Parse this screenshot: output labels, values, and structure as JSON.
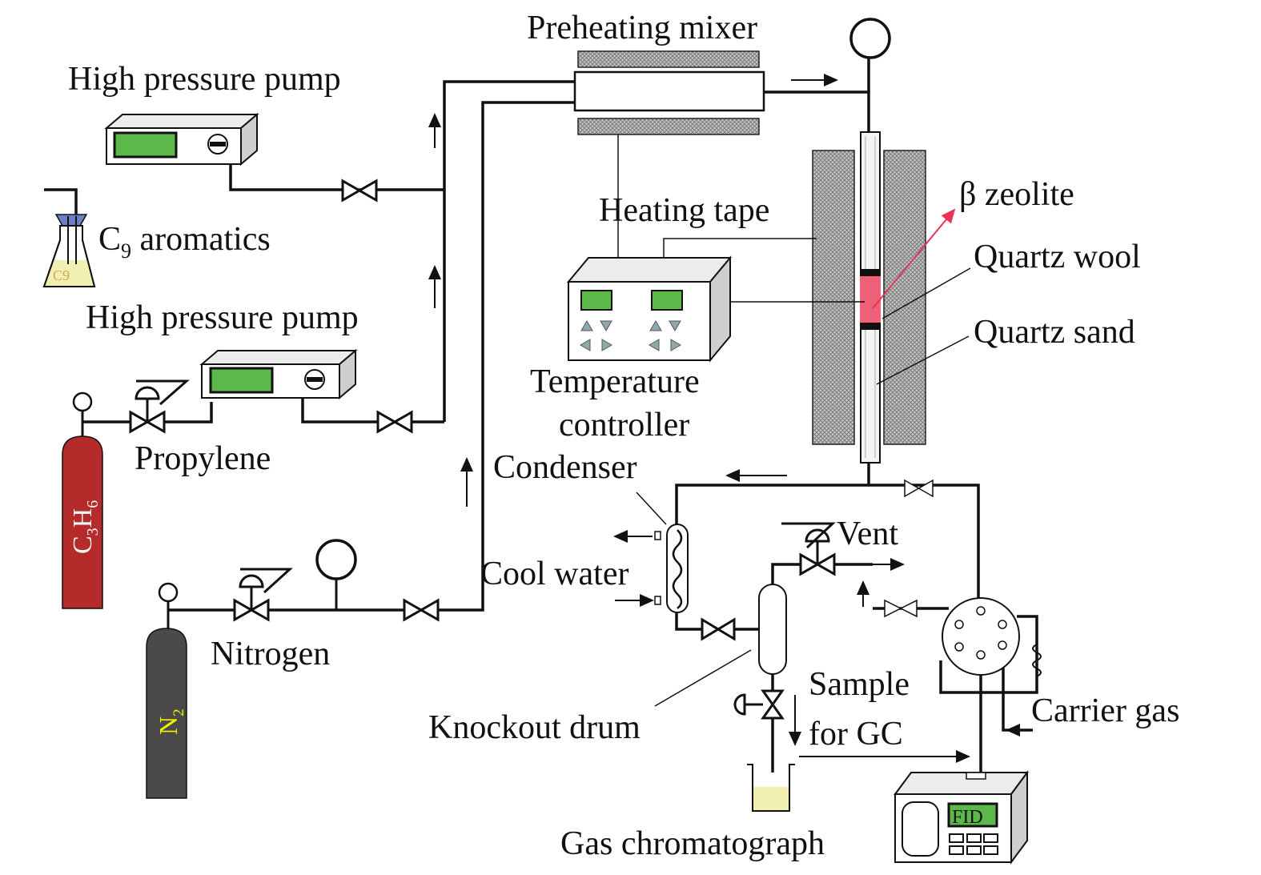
{
  "labels": {
    "preheating_mixer": "Preheating mixer",
    "high_pressure_pump_top": "High pressure pump",
    "c9_aromatics_base": "C",
    "c9_aromatics_sub": "9",
    "c9_aromatics_rest": " aromatics",
    "high_pressure_pump_bottom": "High pressure pump",
    "propylene": "Propylene",
    "nitrogen": "Nitrogen",
    "heating_tape": "Heating tape",
    "temperature_controller_1": "Temperature",
    "temperature_controller_2": "controller",
    "beta_zeolite": "β zeolite",
    "quartz_wool": "Quartz wool",
    "quartz_sand": "Quartz sand",
    "condenser": "Condenser",
    "vent": "Vent",
    "cool_water": "Cool water",
    "knockout_drum": "Knockout drum",
    "sample_for_gc_1": "Sample",
    "sample_for_gc_2": "for GC",
    "carrier_gas": "Carrier gas",
    "gas_chromatograph": "Gas chromatograph",
    "fid": "FID",
    "c3h6_c": "C",
    "c3h6_3": "3",
    "c3h6_h": "H",
    "c3h6_6": "6",
    "n2_n": "N",
    "n2_2": "2",
    "flask_label": "C9"
  },
  "colors": {
    "line": "#111111",
    "screen_green": "#5db84a",
    "propylene_cylinder": "#b52a2a",
    "nitrogen_cylinder": "#4a4a4a",
    "catalyst_red": "#f06078",
    "beta_arrow": "#e8325a",
    "n2_text": "#f2f200",
    "c3h6_text": "#f4f4f4",
    "tape_hatch": "#9a9a9a"
  }
}
